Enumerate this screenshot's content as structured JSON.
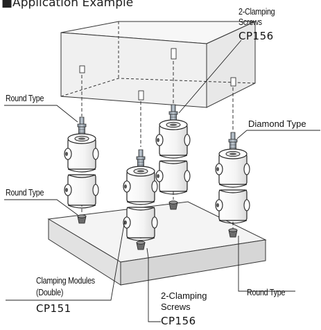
{
  "title": "■Application Example",
  "labels": {
    "round_type_1": "Round Type",
    "round_type_2": "Round Type",
    "round_type_3": "Round Type",
    "diamond_type": "Diamond Type",
    "screws_top_line1": "2-Clamping",
    "screws_top_line2": "Screws",
    "screws_top_part": "CP156",
    "modules_line1": "Clamping Modules",
    "modules_line2": "(Double)",
    "modules_part": "CP151",
    "screws_bottom_line1": "2-Clamping",
    "screws_bottom_line2": "Screws",
    "screws_bottom_part": "CP156"
  },
  "colors": {
    "line": "#333333",
    "module_fill": "#ffffff",
    "plate_top": "#f2f2f2",
    "plate_side": "#dcdcdc",
    "pin_fill": "#9aa6b2"
  }
}
